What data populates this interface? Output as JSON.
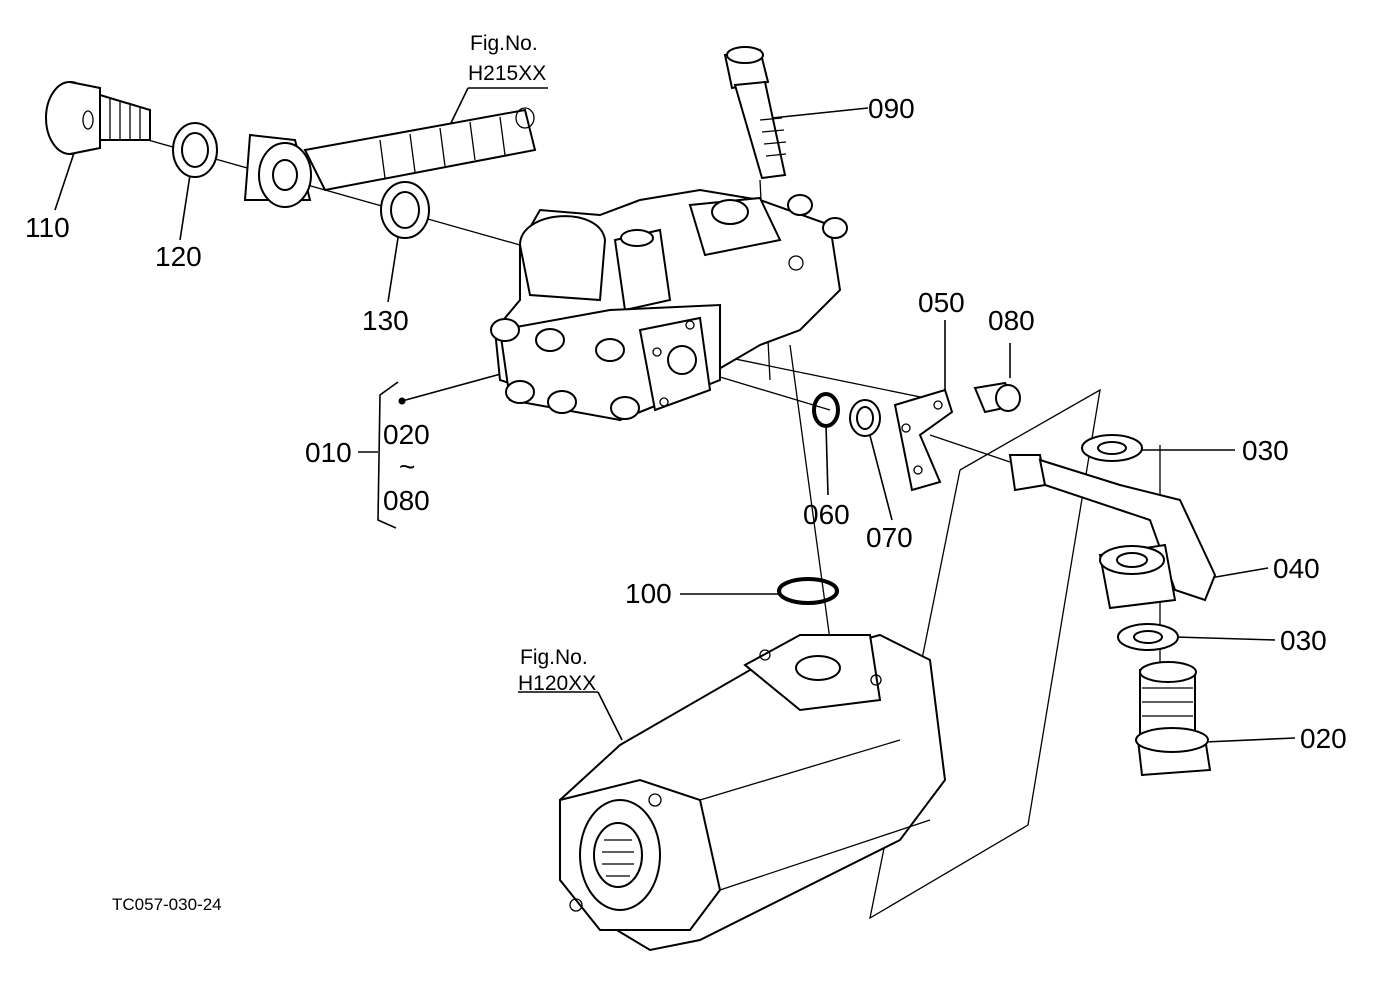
{
  "drawing_code": "TC057-030-24",
  "references": [
    {
      "fig_label": "Fig.No.",
      "fig_number": "H215XX"
    },
    {
      "fig_label": "Fig.No.",
      "fig_number": "H120XX"
    }
  ],
  "callouts": {
    "c010": "010",
    "c020_range_start": "020",
    "range_symbol": "~",
    "c080_range_end": "080",
    "c020": "020",
    "c030_upper": "030",
    "c030_lower": "030",
    "c040": "040",
    "c050": "050",
    "c060": "060",
    "c070": "070",
    "c080": "080",
    "c090": "090",
    "c100": "100",
    "c110": "110",
    "c120": "120",
    "c130": "130"
  }
}
